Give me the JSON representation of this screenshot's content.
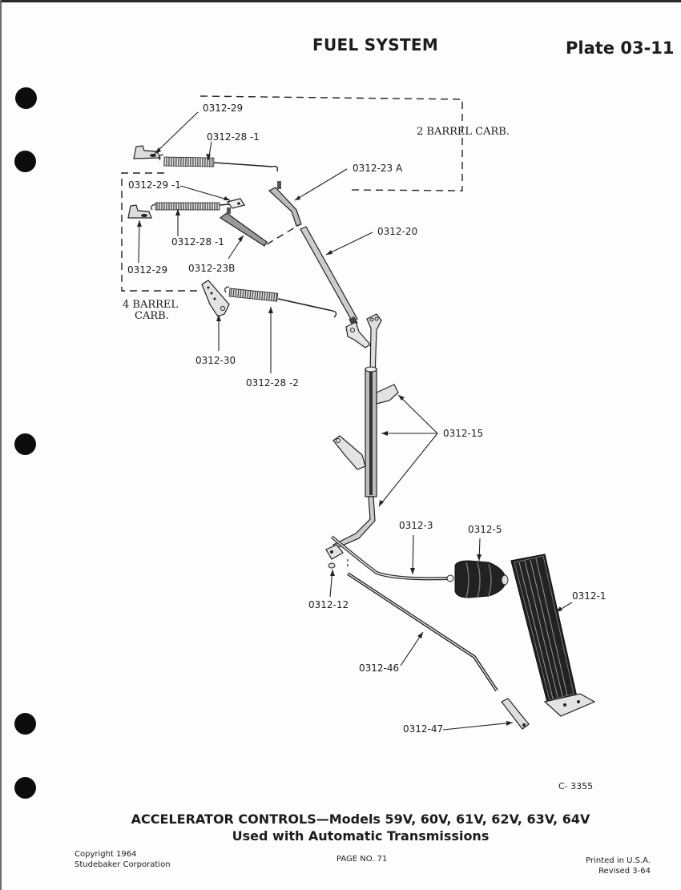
{
  "header": {
    "section_title": "FUEL SYSTEM",
    "plate": "Plate 03-11"
  },
  "diagram": {
    "group_labels": {
      "two_barrel": "2 BARREL CARB.",
      "four_barrel_line1": "4 BARREL",
      "four_barrel_line2": "CARB."
    },
    "callouts": {
      "p0312_29_top": "0312-29",
      "p0312_28_1_top": "0312-28 -1",
      "p0312_23a": "0312-23 A",
      "p0312_29_1": "0312-29 -1",
      "p0312_28_1_mid": "0312-28 -1",
      "p0312_20": "0312-20",
      "p0312_29_mid": "0312-29",
      "p0312_23b": "0312-23B",
      "p0312_30": "0312-30",
      "p0312_28_2": "0312-28 -2",
      "p0312_15": "0312-15",
      "p0312_3": "0312-3",
      "p0312_5": "0312-5",
      "p0312_1": "0312-1",
      "p0312_12": "0312-12",
      "p0312_46": "0312-46",
      "p0312_47": "0312-47"
    }
  },
  "figure_ref": "C- 3355",
  "caption": {
    "line1": "ACCELERATOR CONTROLS—Models 59V, 60V, 61V, 62V, 63V, 64V",
    "line2": "Used with Automatic Transmissions"
  },
  "footer": {
    "copyright_line1": "Copyright 1964",
    "copyright_line2": "Studebaker Corporation",
    "page_number": "PAGE NO. 71",
    "printed": "Printed in U.S.A.",
    "revised": "Revised 3-64"
  }
}
